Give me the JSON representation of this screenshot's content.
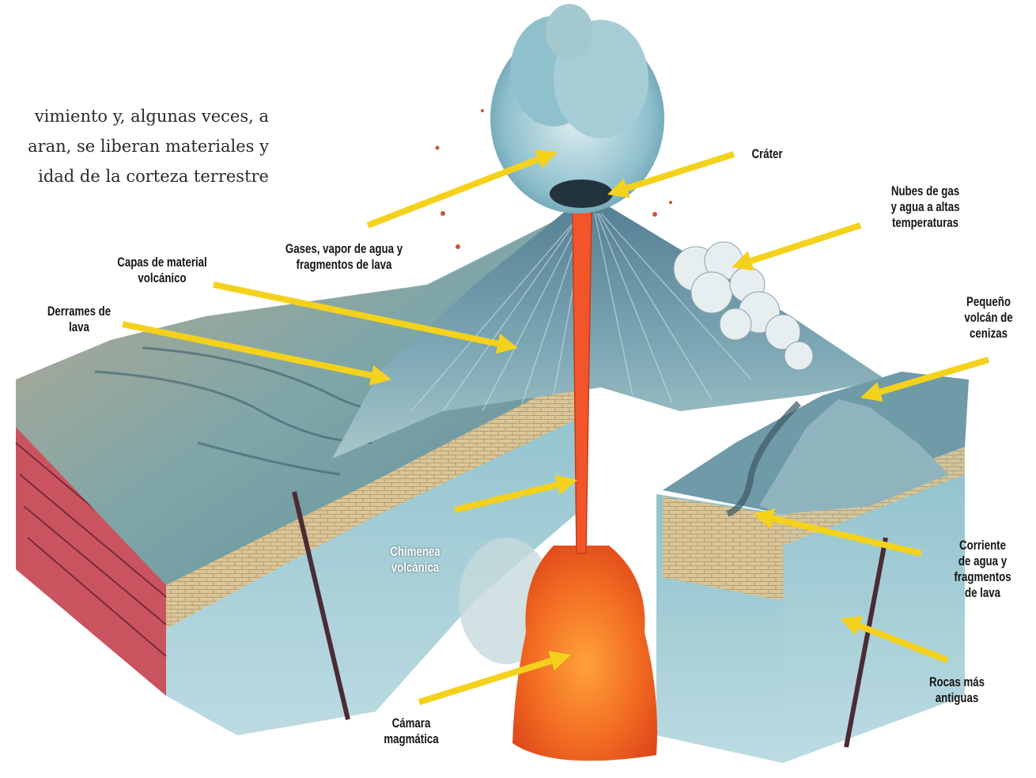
{
  "intro_text": [
    "vimiento y, algunas veces, a",
    "aran, se liberan materiales y",
    "idad de la corteza terrestre"
  ],
  "labels": {
    "crater": [
      "Cráter"
    ],
    "gases": [
      "Gases, vapor de agua y",
      "fragmentos de lava"
    ],
    "capas": [
      "Capas de material",
      "volcánico"
    ],
    "derrames": [
      "Derrames de",
      "lava"
    ],
    "nubes": [
      "Nubes de gas",
      "y agua a altas",
      "temperaturas"
    ],
    "pequeno": [
      "Pequeño",
      "volcán de",
      "cenizas"
    ],
    "chimenea": [
      "Chimenea",
      "volcánica"
    ],
    "corriente": [
      "Corriente",
      "de agua y",
      "fragmentos",
      "de lava"
    ],
    "rocas": [
      "Rocas más",
      "antiguas"
    ],
    "camara": [
      "Cámara",
      "magmática"
    ]
  },
  "colors": {
    "arrow": "#f4d21c",
    "magma": "#f2552a",
    "magma_chamber": "#f07a2b",
    "rock_layer": "#d9c596",
    "bedrock": "#8fc1cc",
    "volcano_slope": "#6e9fb0",
    "eruption_cloud": "#7fb4c2",
    "fault_face": "#c9545f"
  }
}
